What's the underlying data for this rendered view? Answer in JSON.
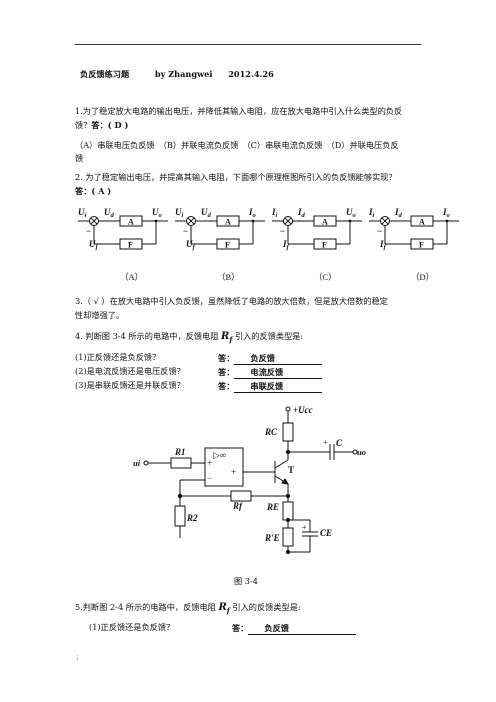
{
  "header": {
    "title": "负反馈练习题",
    "author": "by Zhangwei",
    "date": "2012.4.26"
  },
  "q1": {
    "text_line1": "1.为了稳定放大电路的输出电压，并降低其输入电阻，应在放大电路中引入什么类型的负反",
    "text_line2_prefix": "馈？",
    "answer": "答：( D )",
    "options_line1": "（A）串联电压负反馈　（B）并联电流负反馈　（C）串联电流负反馈　（D）并联电压负反",
    "options_line2": "馈"
  },
  "q2": {
    "text": "2. 为了稳定输出电压，并提高其输入电阻，下面哪个原理框图所引入的负反馈能够实现？",
    "answer": "答：( A )",
    "block_a": "A",
    "block_f": "F",
    "diagrams": [
      {
        "in": "Ui",
        "mid": "Ud",
        "out": "Uo",
        "fb": "Uf",
        "label": "（A）"
      },
      {
        "in": "Ui",
        "mid": "Ud",
        "out": "Io",
        "fb": "Uf",
        "label": "（B）"
      },
      {
        "in": "Ii",
        "mid": "Id",
        "out": "Uo",
        "fb": "If",
        "label": "（C）"
      },
      {
        "in": "Ii",
        "mid": "Id",
        "out": "Io",
        "fb": "If",
        "label": "（D）"
      }
    ]
  },
  "q3": {
    "line1": "3.（ √ ）在放大电路中引入负反馈，虽然降低了电路的放大倍数，但是放大倍数的稳定",
    "line2": "性却增强了。"
  },
  "q4": {
    "text_prefix": "4. 判断图 3-4 所示的电路中，反馈电阻",
    "resistor": "Rf",
    "text_suffix": "引入的反馈类型是:",
    "items": [
      {
        "q": "(1)正反馈还是负反馈？",
        "a_label": "答：",
        "a": "负反馈"
      },
      {
        "q": "(2)是电流反馈还是电压反馈？",
        "a_label": "答：",
        "a": "电流反馈"
      },
      {
        "q": "(3)是串联反馈还是并联反馈？",
        "a_label": "答：",
        "a": "串联反馈"
      }
    ],
    "circuit": {
      "vcc": "+Ucc",
      "rc": "RC",
      "c": "C",
      "uo": "uo",
      "t": "T",
      "ui": "ui",
      "r1": "R1",
      "r2": "R2",
      "rf": "Rf",
      "re": "RE",
      "re2": "R'E",
      "ce": "CE",
      "opamp": "▷∞",
      "plus": "+",
      "minus": "−"
    },
    "figure_caption": "图 3-4"
  },
  "q5": {
    "text_prefix": "5.判断图 2-4 所示的电路中，反馈电阻",
    "resistor": "Rf",
    "text_suffix": "引入的反馈类型是:",
    "item_q": "(1)正反馈还是负反馈？",
    "item_a_label": "答：",
    "item_a": "负反馈"
  },
  "footer_mark": ";"
}
